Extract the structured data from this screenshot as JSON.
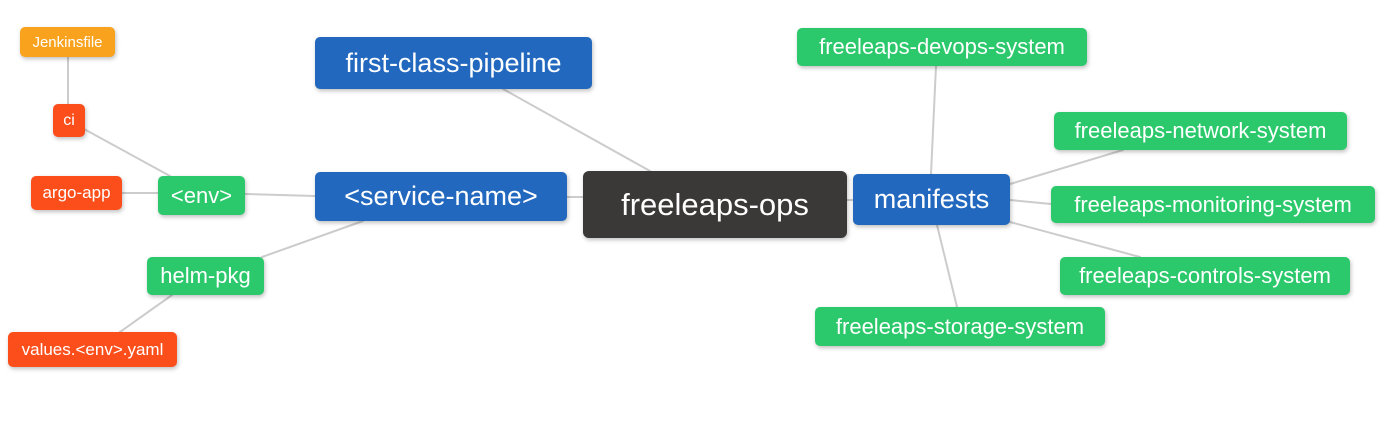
{
  "diagram": {
    "type": "mindmap",
    "root_label": "freeleaps-ops",
    "colors": {
      "root": "#3B3838",
      "branch": "#2168BE",
      "green": "#2BC96B",
      "orange": "#F9A21E",
      "red": "#FB4E1B",
      "edge": "#CCCCCC",
      "text": "#FFFFFF"
    },
    "nodes": [
      {
        "id": "jenkinsfile",
        "label": "Jenkinsfile",
        "color": "orange"
      },
      {
        "id": "ci",
        "label": "ci",
        "color": "red"
      },
      {
        "id": "argo-app",
        "label": "argo-app",
        "color": "red"
      },
      {
        "id": "env",
        "label": "<env>",
        "color": "green"
      },
      {
        "id": "helm-pkg",
        "label": "helm-pkg",
        "color": "green"
      },
      {
        "id": "values-env-yaml",
        "label": "values.<env>.yaml",
        "color": "red"
      },
      {
        "id": "first-class-pipeline",
        "label": "first-class-pipeline",
        "color": "branch"
      },
      {
        "id": "service-name",
        "label": "<service-name>",
        "color": "branch"
      },
      {
        "id": "freeleaps-ops",
        "label": "freeleaps-ops",
        "color": "root"
      },
      {
        "id": "manifests",
        "label": "manifests",
        "color": "branch"
      },
      {
        "id": "devops-system",
        "label": "freeleaps-devops-system",
        "color": "green"
      },
      {
        "id": "network-system",
        "label": "freeleaps-network-system",
        "color": "green"
      },
      {
        "id": "monitoring-system",
        "label": "freeleaps-monitoring-system",
        "color": "green"
      },
      {
        "id": "controls-system",
        "label": "freeleaps-controls-system",
        "color": "green"
      },
      {
        "id": "storage-system",
        "label": "freeleaps-storage-system",
        "color": "green"
      }
    ],
    "edges": [
      [
        "jenkinsfile",
        "ci"
      ],
      [
        "ci",
        "env"
      ],
      [
        "argo-app",
        "env"
      ],
      [
        "env",
        "service-name"
      ],
      [
        "service-name",
        "helm-pkg"
      ],
      [
        "helm-pkg",
        "values-env-yaml"
      ],
      [
        "first-class-pipeline",
        "freeleaps-ops"
      ],
      [
        "service-name",
        "freeleaps-ops"
      ],
      [
        "freeleaps-ops",
        "manifests"
      ],
      [
        "manifests",
        "devops-system"
      ],
      [
        "manifests",
        "network-system"
      ],
      [
        "manifests",
        "monitoring-system"
      ],
      [
        "manifests",
        "controls-system"
      ],
      [
        "manifests",
        "storage-system"
      ]
    ]
  }
}
